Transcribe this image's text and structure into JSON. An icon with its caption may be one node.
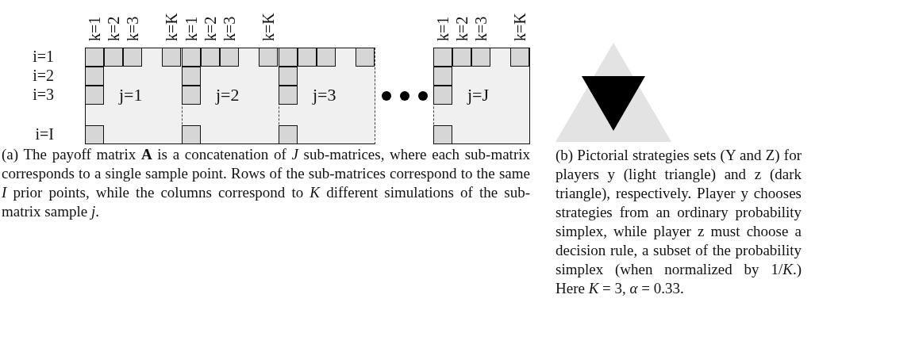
{
  "diagram": {
    "nodes": [
      {
        "text": [
          "j=1"
        ]
      },
      {
        "text": [
          "j=2"
        ]
      },
      {
        "text": [
          "j=3"
        ]
      },
      {
        "text": [
          "j=J"
        ]
      }
    ],
    "labels": [
      "k=1",
      "k=2",
      "k=3",
      "k=K",
      "k=1",
      "k=2",
      "k=3",
      "k=K",
      "k=1",
      "k=2",
      "k=3",
      "k=K",
      "i=1",
      "i=2",
      "i=3",
      "i=I",
      "(a) The payoff matrix **A** is a concatenation of *J* sub-matrices, where each sub-matrix corresponds to a single sample point. Rows of the sub-matrices correspond to the same *I* prior points, while the columns correspond to *K* different simulations of the sub-matrix sample *j*.",
      "(b) Pictorial strategies sets (Y and Z) for players y (light triangle) and z (dark triangle), respectively. Player y chooses strategies from an ordinary probability simplex, while player z must choose a decision rule, a subset of the probability simplex (when normalized by 1/*K*.) Here *K* = 3, *α* = 0.33."
    ]
  }
}
